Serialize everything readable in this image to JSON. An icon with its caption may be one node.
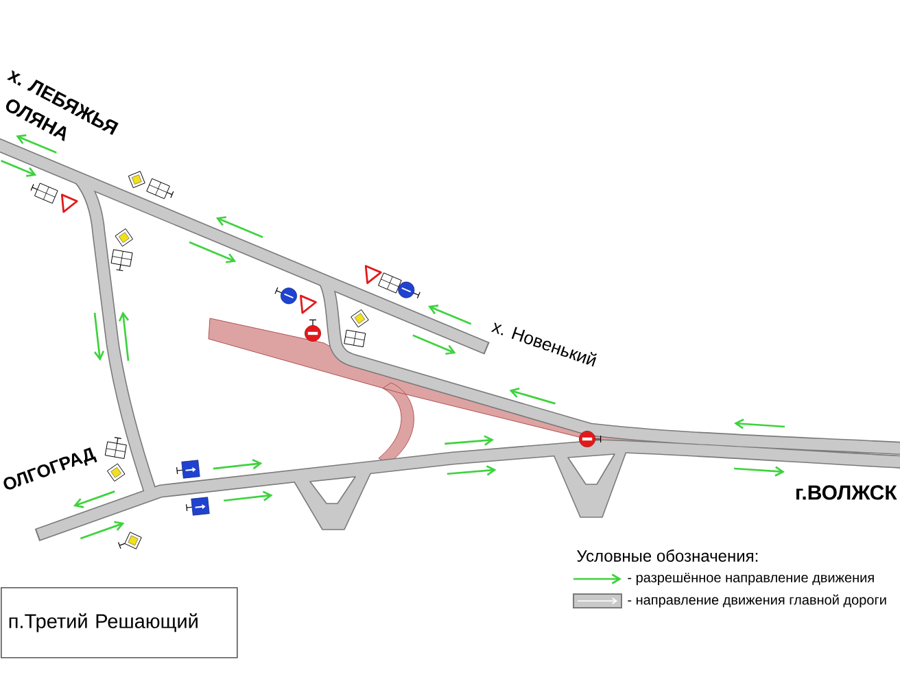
{
  "diagram": {
    "nodes": [
      {
        "text": [
          "п.Третий Решающий"
        ]
      }
    ],
    "labels": [
      "х. ЛЕБЯЖЬЯ",
      "ОЛЯНА",
      "х. Новенький",
      "ОЛГОГРАД",
      "г.ВОЛЖСК",
      "Условные обозначения:"
    ],
    "legend": [
      {
        "text": "- разрешённое направление движения"
      },
      {
        "text": "- направление движения главной дороги"
      }
    ]
  }
}
